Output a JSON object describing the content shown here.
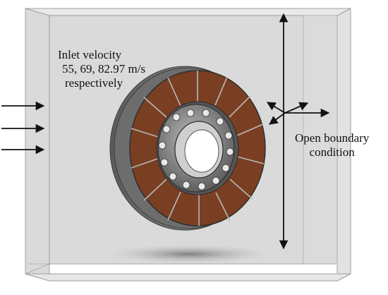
{
  "labels": {
    "inlet": [
      "Inlet velocity",
      "55,  69, 82.97 m/s",
      "respectively"
    ],
    "boundary": [
      "Open boundary",
      "condition"
    ]
  },
  "colors": {
    "domain_front": "#d6d6d6",
    "domain_side": "#e4e4e4",
    "edge": "#9a9a9a",
    "pad": "#7a3f22",
    "pad_dark": "#5a2c16",
    "rotor_grey": "#8c8c8c",
    "hub_dark": "#3a3a3a",
    "arrow": "#111111"
  },
  "icons": [
    "inlet-flow-arrow",
    "boundary-double-arrow",
    "crossed-arrows"
  ]
}
